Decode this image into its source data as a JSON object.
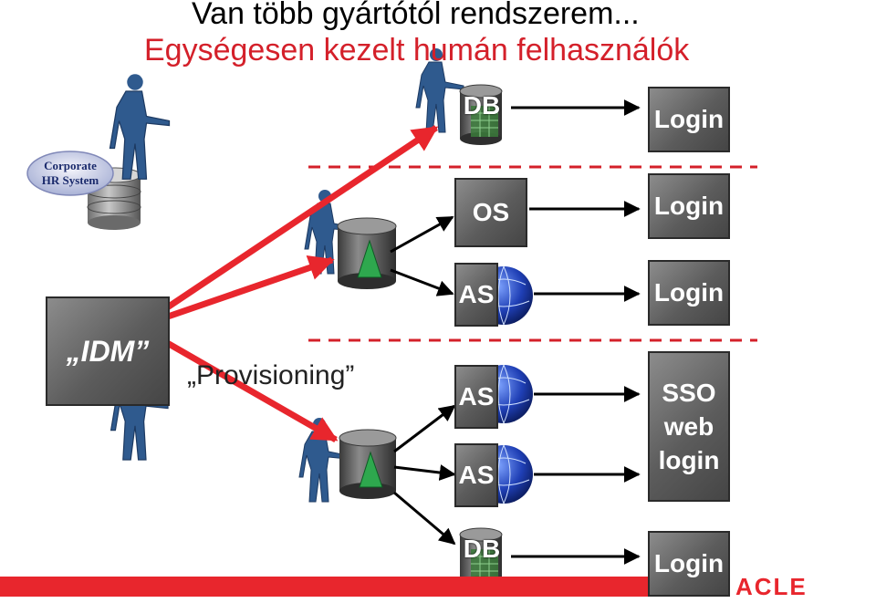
{
  "titles": {
    "line1": "Van több gyártótól rendszerem...",
    "line2": "Egységesen kezelt humán felhasználók"
  },
  "hr_system": {
    "line1": "Corporate",
    "line2": "HR System"
  },
  "idm": {
    "label": "„IDM”"
  },
  "provisioning": {
    "label": "„Provisioning”"
  },
  "apps": {
    "db_top": "DB",
    "os": "OS",
    "as_1": "AS",
    "as_2": "AS",
    "as_3": "AS",
    "db_bottom": "DB"
  },
  "logins": {
    "login_1": "Login",
    "login_2": "Login",
    "login_3": "Login",
    "login_4": "Login"
  },
  "sso": {
    "line1": "SSO",
    "line2": "web",
    "line3": "login"
  },
  "footer": {
    "logo": "ACLE"
  },
  "colors": {
    "title_red": "#d4202a",
    "arrow_red": "#e8262d",
    "box_gray": "#6a6a6a",
    "person_blue": "#2f5a8e",
    "globe_blue": "#1f3fb5"
  }
}
